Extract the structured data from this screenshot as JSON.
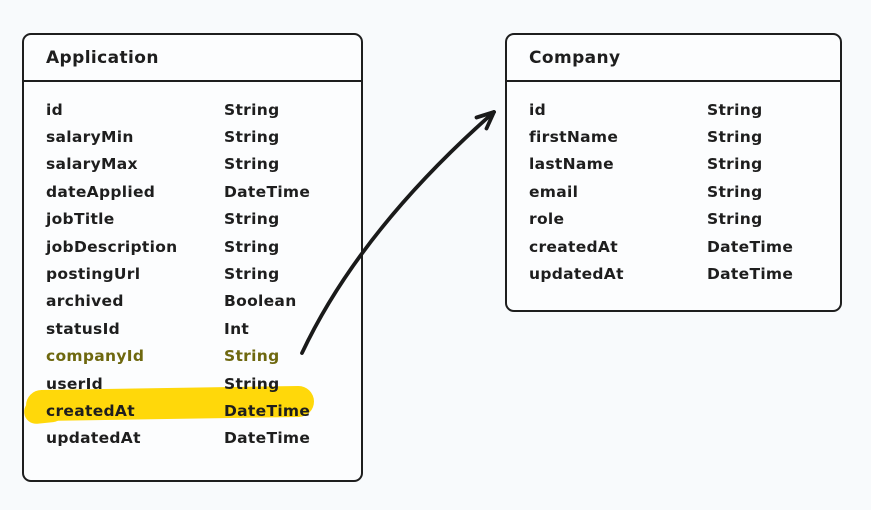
{
  "canvas": {
    "background": "#f8fafc",
    "stroke_color": "#1e1e1e",
    "box_fill": "#fcfdfe",
    "highlight_color": "#ffd80a"
  },
  "entities": [
    {
      "name": "Application",
      "fields": [
        {
          "name": "id",
          "type": "String"
        },
        {
          "name": "salaryMin",
          "type": "String"
        },
        {
          "name": "salaryMax",
          "type": "String"
        },
        {
          "name": "dateApplied",
          "type": "DateTime"
        },
        {
          "name": "jobTitle",
          "type": "String"
        },
        {
          "name": "jobDescription",
          "type": "String"
        },
        {
          "name": "postingUrl",
          "type": "String"
        },
        {
          "name": "archived",
          "type": "Boolean"
        },
        {
          "name": "statusId",
          "type": "Int"
        },
        {
          "name": "companyId",
          "type": "String",
          "highlighted": true
        },
        {
          "name": "userId",
          "type": "String"
        },
        {
          "name": "createdAt",
          "type": "DateTime"
        },
        {
          "name": "updatedAt",
          "type": "DateTime"
        }
      ]
    },
    {
      "name": "Company",
      "fields": [
        {
          "name": "id",
          "type": "String"
        },
        {
          "name": "firstName",
          "type": "String"
        },
        {
          "name": "lastName",
          "type": "String"
        },
        {
          "name": "email",
          "type": "String"
        },
        {
          "name": "role",
          "type": "String"
        },
        {
          "name": "createdAt",
          "type": "DateTime"
        },
        {
          "name": "updatedAt",
          "type": "DateTime"
        }
      ]
    }
  ],
  "relation": {
    "from": "Application.companyId",
    "to": "Company",
    "style": "curved-arrow"
  }
}
